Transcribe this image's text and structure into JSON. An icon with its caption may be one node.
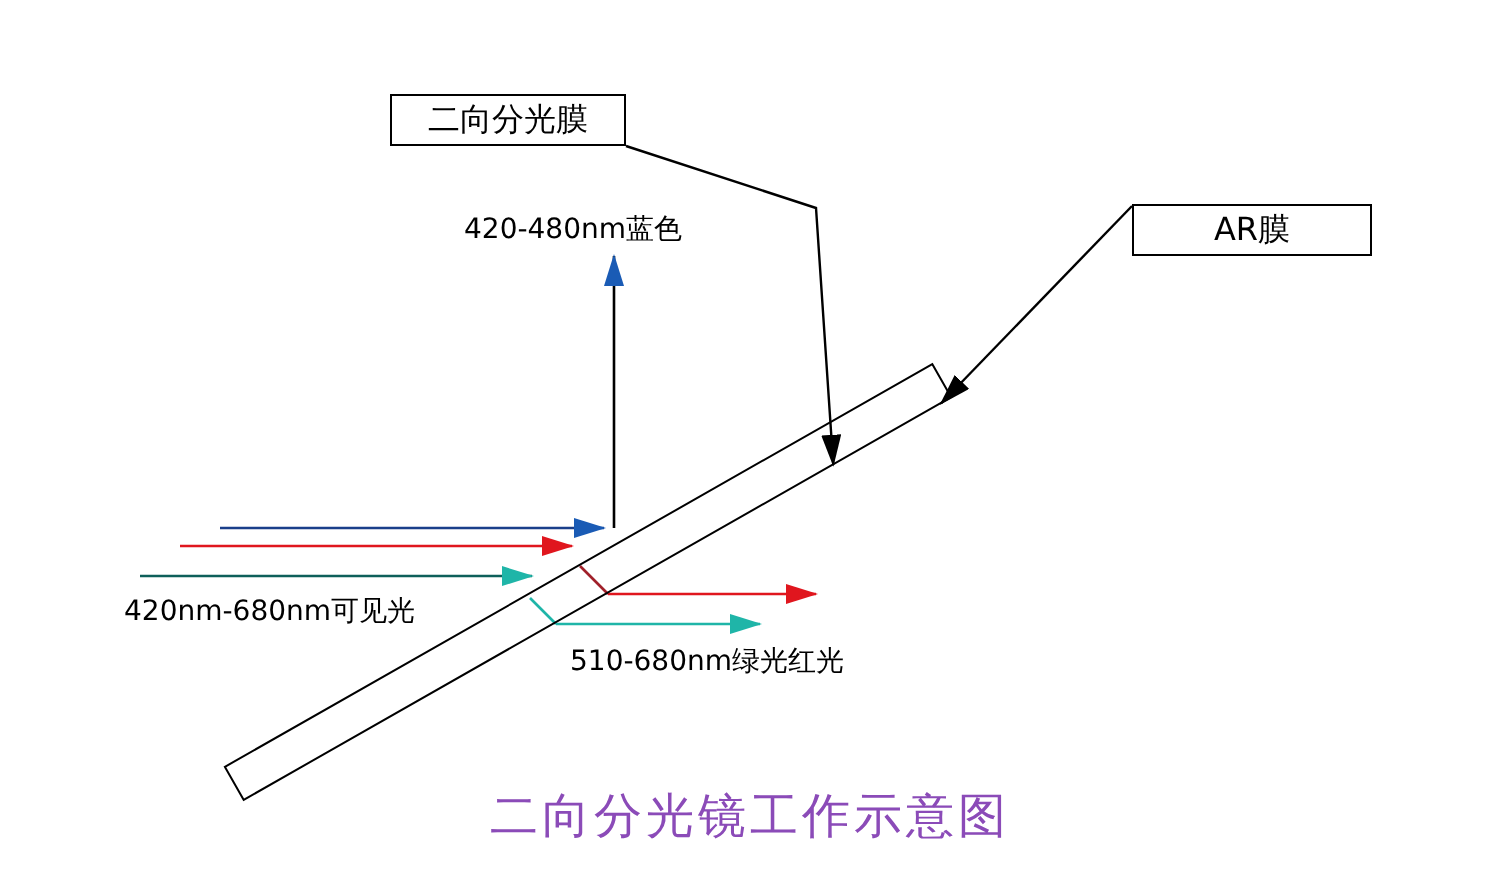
{
  "diagram": {
    "caption": "二向分光镜工作示意图",
    "nodes": [
      {
        "text": [
          "二向分光膜"
        ]
      },
      {
        "text": [
          "AR膜"
        ]
      },
      {
        "text": [],
        "shape": "bar"
      }
    ],
    "edges": [
      {
        "from": 0,
        "to": 2,
        "arrow": "to"
      },
      {
        "from": 1,
        "to": 2,
        "arrow": "to"
      }
    ],
    "labels": [
      "420-480nm蓝色",
      "420nm-680nm可见光",
      "510-680nm绿光红光"
    ]
  }
}
